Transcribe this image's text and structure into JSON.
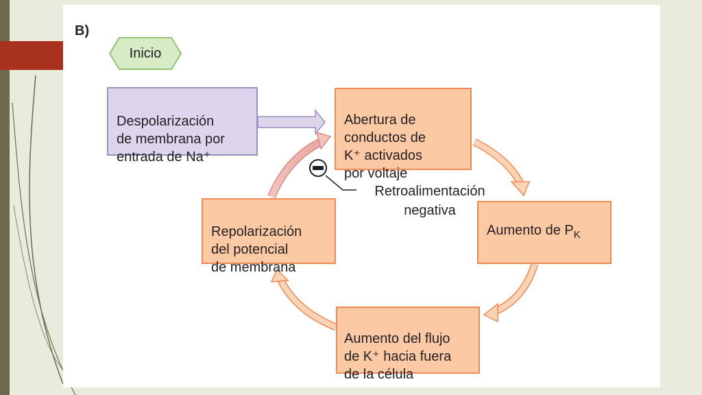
{
  "figure": {
    "label": "B)",
    "start": "Inicio",
    "input": "Despolarización\nde membrana por\nentrada de Na⁺",
    "steps": [
      "Abertura de\nconductos de\nK⁺ activados\npor voltaje",
      "Aumento de P",
      "Aumento del flujo\nde K⁺ hacia fuera\nde la célula",
      "Repolarización\ndel potencial\nde membrana"
    ],
    "step2_subscript": "K",
    "feedback_symbol": "−",
    "feedback_label_line1": "Retroalimentación",
    "feedback_label_line2": "negativa"
  },
  "colors": {
    "step_fill": "#fbc9a4",
    "step_border": "#ef8a52",
    "input_fill": "#dcd5ec",
    "input_border": "#9c8ec2",
    "start_fill": "#d7ebc6",
    "start_border": "#8fc370",
    "feedback_arrow": "#f2c4be",
    "slide_accent": "#a8311f"
  }
}
